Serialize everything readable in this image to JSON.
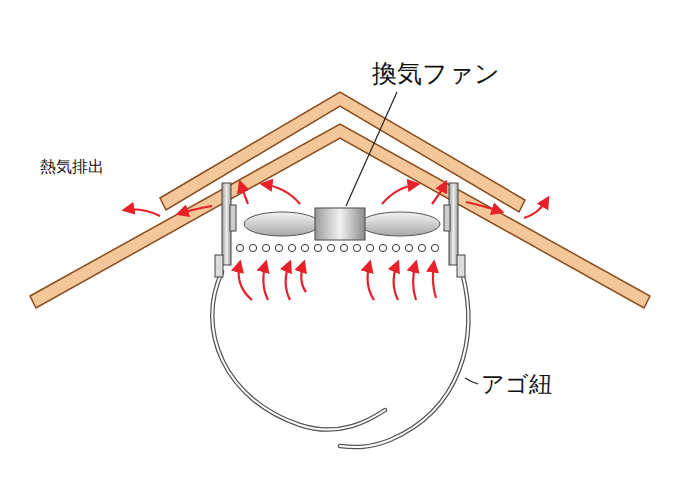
{
  "diagram": {
    "labels": [
      "熱気排出",
      "換気ファン",
      "アゴ紐"
    ]
  }
}
